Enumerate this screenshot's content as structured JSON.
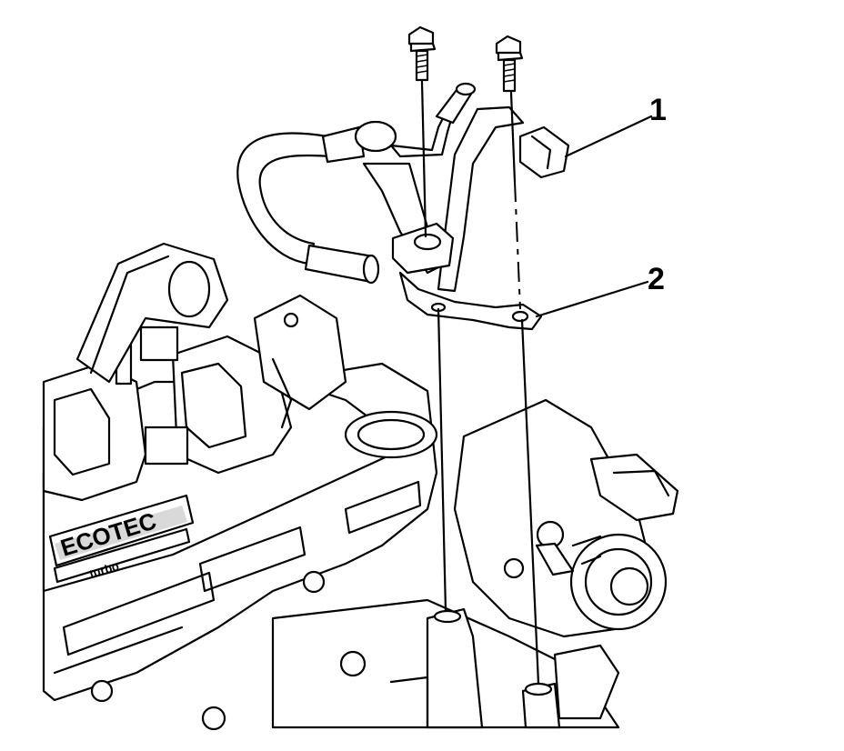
{
  "callouts": [
    {
      "id": "1",
      "label": "1"
    },
    {
      "id": "2",
      "label": "2"
    }
  ],
  "cover_text": {
    "brand": "ECOTEC",
    "sub": "turbo"
  },
  "colors": {
    "line": "#000000",
    "fill": "#ffffff"
  }
}
